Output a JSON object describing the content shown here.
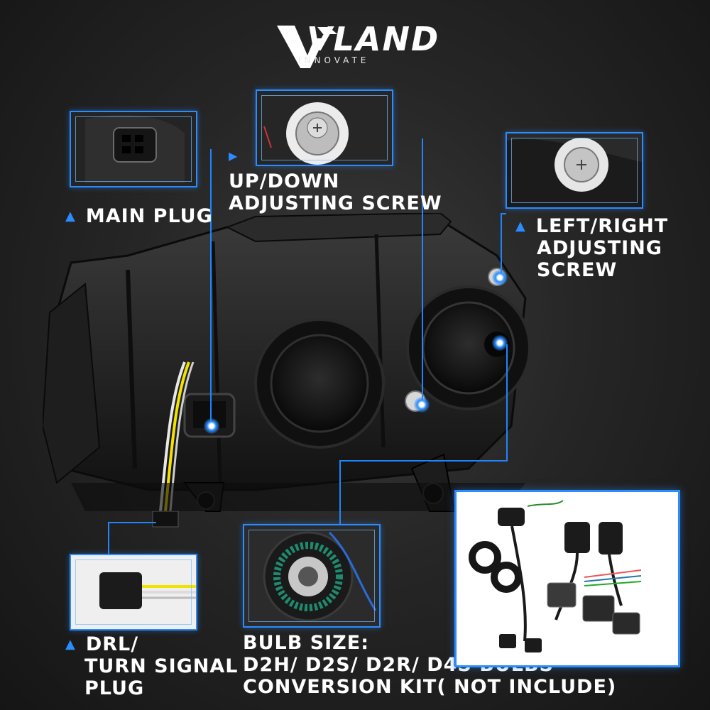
{
  "brand": {
    "name": "VLAND",
    "tagline": "INNOVATE"
  },
  "callouts": {
    "main_plug": "MAIN PLUG",
    "updown_line1": "UP/DOWN",
    "updown_line2": "ADJUSTING SCREW",
    "leftright_line1": "LEFT/RIGHT",
    "leftright_line2": "ADJUSTING",
    "leftright_line3": "SCREW",
    "drl_line1": "DRL/",
    "drl_line2": "TURN SIGNAL",
    "drl_line3": "PLUG",
    "bulb_line1": "BULB SIZE:",
    "bulb_line2": "D2H/ D2S/ D2R/ D4S BULBS",
    "bulb_line3": "CONVERSION KIT( NOT INCLUDE)"
  },
  "colors": {
    "accent": "#2a8cff",
    "background": "#262626",
    "text": "#ffffff"
  }
}
